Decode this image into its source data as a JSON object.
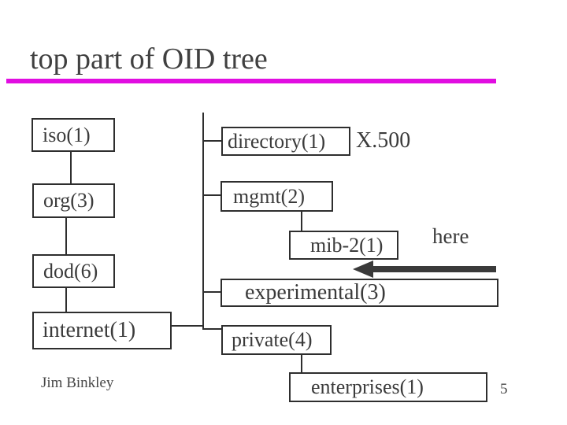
{
  "slide": {
    "title": "top part of OID tree",
    "footer_author": "Jim Binkley",
    "page_number": "5",
    "accent_color": "#e10de1",
    "text_color": "#3b3b3b",
    "line_color": "#2e2e2e"
  },
  "tree": {
    "nodes": [
      {
        "id": "iso",
        "label": "iso(1)"
      },
      {
        "id": "org",
        "label": "org(3)"
      },
      {
        "id": "dod",
        "label": "dod(6)"
      },
      {
        "id": "internet",
        "label": "internet(1)"
      },
      {
        "id": "directory",
        "label": "directory(1)"
      },
      {
        "id": "mgmt",
        "label": "mgmt(2)"
      },
      {
        "id": "mib2",
        "label": "mib-2(1)"
      },
      {
        "id": "experimental",
        "label": "experimental(3)"
      },
      {
        "id": "private",
        "label": "private(4)"
      },
      {
        "id": "enterprises",
        "label": "enterprises(1)"
      }
    ],
    "annotations": {
      "x500": "X.500",
      "here": "here"
    }
  }
}
